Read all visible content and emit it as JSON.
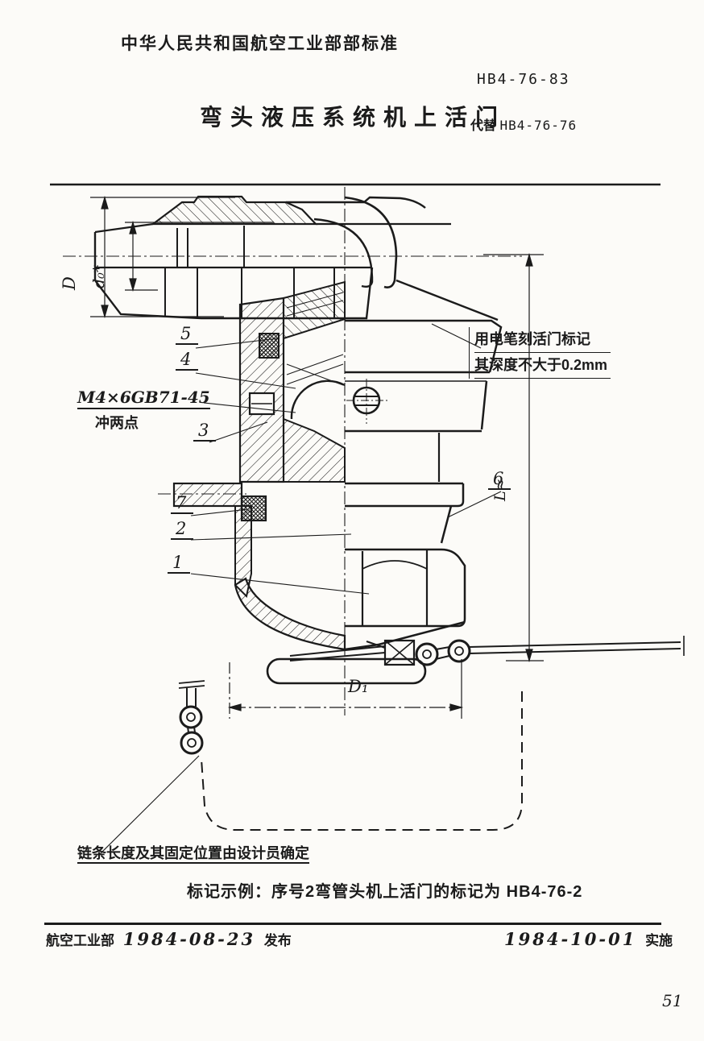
{
  "document": {
    "header": "中华人民共和国航空工业部部标准",
    "standard_no": "HB4-76-83",
    "title": "弯头液压系统机上活门",
    "replaces_label": "代替",
    "replaces_no": "HB4-76-76",
    "page_number": "51"
  },
  "drawing": {
    "dim_labels": {
      "D": "D",
      "d0": "d₀*",
      "D1": "D₁",
      "L": "L≈"
    },
    "parts": {
      "p1": "1",
      "p2": "2",
      "p3": "3",
      "p4": "4",
      "p5": "5",
      "p6": "6",
      "p7": "7"
    },
    "notes": {
      "screw_spec": "M4×6GB71-45",
      "screw_note": "冲两点",
      "mark_line1": "用电笔刻活门标记",
      "mark_line2": "其深度不大于0.2mm",
      "chain_note": "链条长度及其固定位置由设计员确定"
    }
  },
  "example_note": "标记示例：序号2弯管头机上活门的标记为 HB4-76-2",
  "footer": {
    "issuer": "航空工业部",
    "issue_date": "1984-08-23",
    "issue_label": "发布",
    "impl_date": "1984-10-01",
    "impl_label": "实施"
  }
}
